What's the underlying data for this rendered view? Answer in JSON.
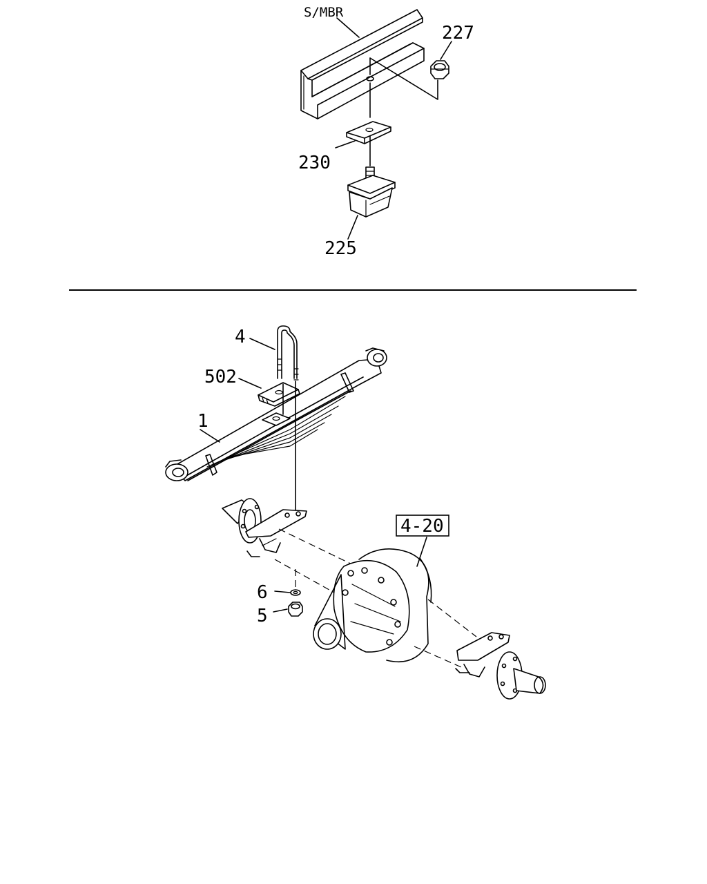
{
  "labels": {
    "frame_member": "S/MBR",
    "nut_227": "227",
    "plate_230": "230",
    "bumper_225": "225",
    "ubolt_4": "4",
    "seat_502": "502",
    "spring_1": "1",
    "ref_axle": "4-20",
    "washer_6": "6",
    "nut_5": "5"
  }
}
